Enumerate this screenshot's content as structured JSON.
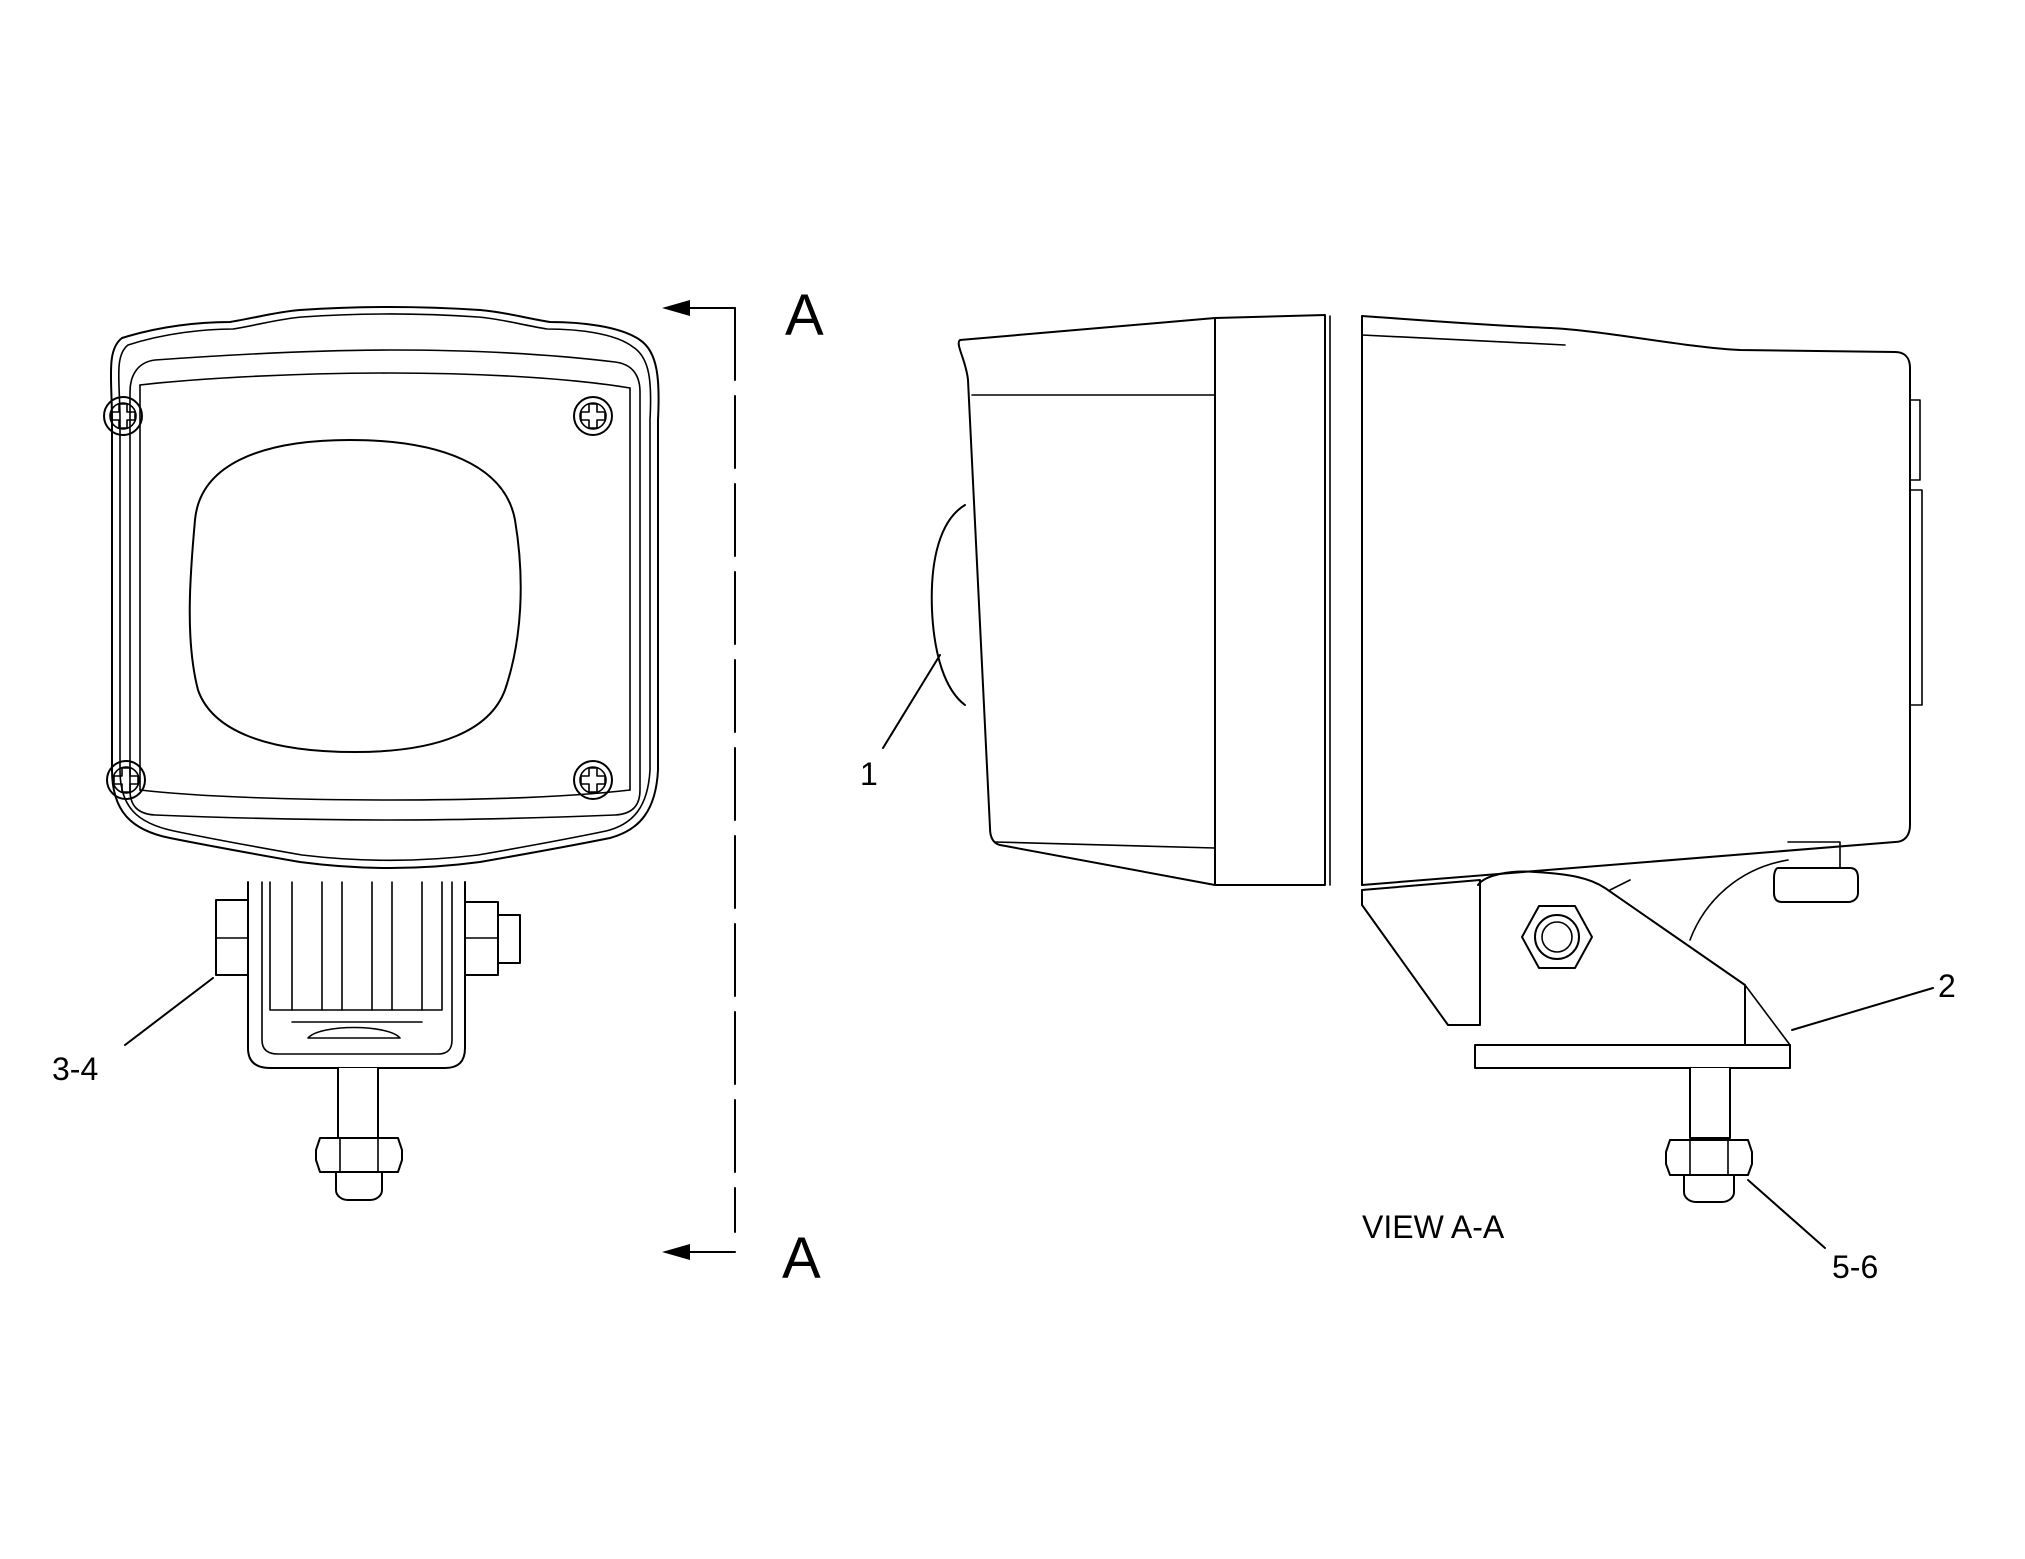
{
  "callouts": {
    "c1": "1",
    "c2": "2",
    "c34": "3-4",
    "c56": "5-6"
  },
  "section_marks": {
    "top": "A",
    "bottom": "A"
  },
  "view_caption": "VIEW A-A",
  "icons": {
    "screw": "phillips-screw-icon",
    "nut": "hex-nut-icon"
  }
}
